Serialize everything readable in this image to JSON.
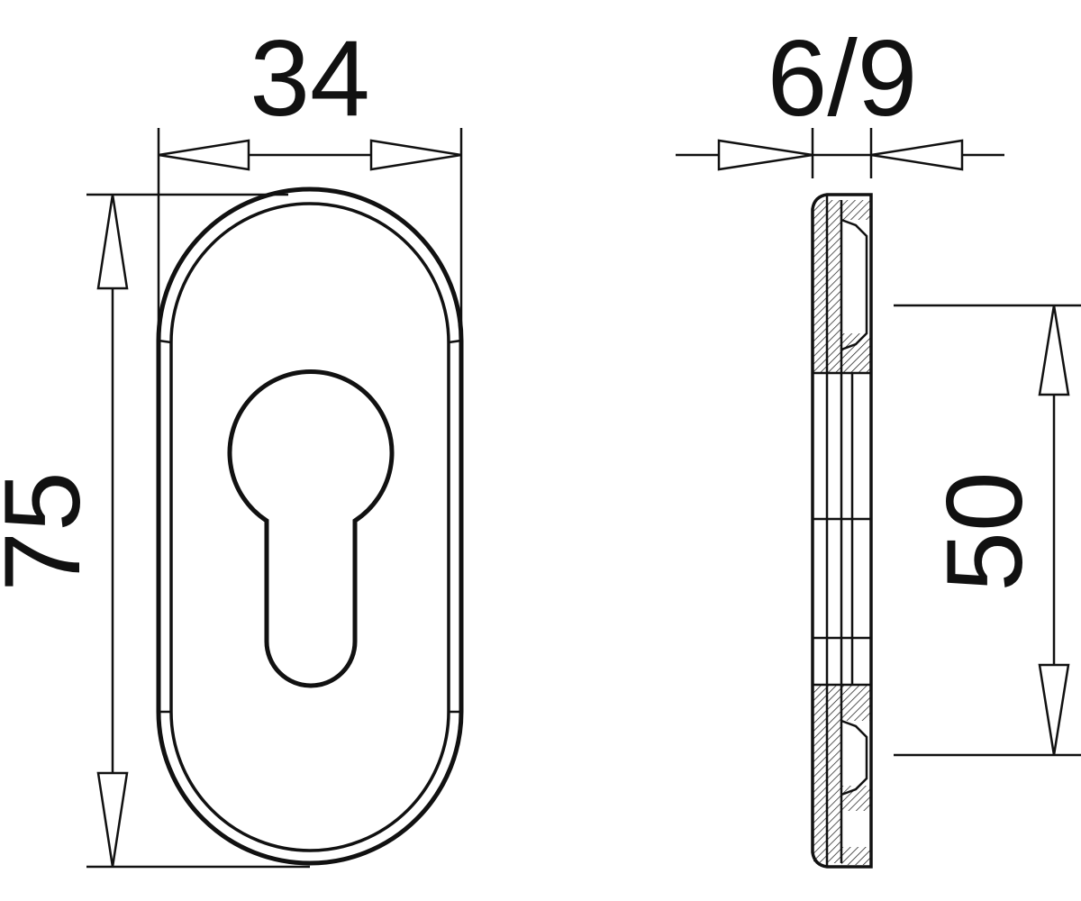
{
  "diagram": {
    "dimensions": {
      "width": "34",
      "height": "75",
      "thickness": "6/9",
      "hole_spacing": "50"
    },
    "colors": {
      "line": "#111111",
      "background": "#ffffff"
    }
  }
}
